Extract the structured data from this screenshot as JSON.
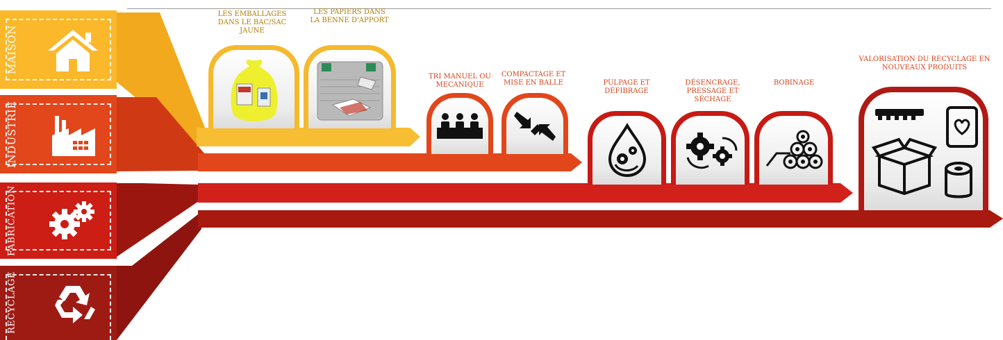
{
  "categories": [
    {
      "label": "MAISON",
      "icon": "house-icon",
      "color": "#fbb82a"
    },
    {
      "label": "INDUSTRIE",
      "icon": "factory-icon",
      "color": "#e2461b"
    },
    {
      "label": "FABRICATION",
      "icon": "gears-icon",
      "color": "#cc1e15"
    },
    {
      "label": "RECYCLAGE",
      "icon": "recycle-icon",
      "color": "#9e1b14"
    }
  ],
  "steps": [
    {
      "label": "LES EMBALLAGES DANS LE BAC/SAC JAUNE",
      "icon": "yellow-bag-icon"
    },
    {
      "label": "LES PAPIERS DANS LA BENNE D'APPORT",
      "icon": "paper-bin-icon"
    },
    {
      "label": "TRI MANUEL OU MECANIQUE",
      "icon": "sorting-workers-icon"
    },
    {
      "label": "COMPACTAGE ET MISE EN BALLE",
      "icon": "compaction-arrows-icon"
    },
    {
      "label": "PULPAGE ET DÉFIBRAGE",
      "icon": "pulp-drop-gears-icon"
    },
    {
      "label": "DÉSENCRAGE, PRESSAGE ET SÉCHAGE",
      "icon": "gears-cycle-icon"
    },
    {
      "label": "BOBINAGE",
      "icon": "paper-rolls-icon"
    },
    {
      "label": "VALORISATION DU RECYCLAGE EN NOUVEAUX PRODUITS",
      "icon": "new-products-icon"
    }
  ],
  "colors": {
    "gold": "#f5b92e",
    "orange": "#e2461b",
    "red": "#c71a14",
    "dark": "#a8190f"
  }
}
